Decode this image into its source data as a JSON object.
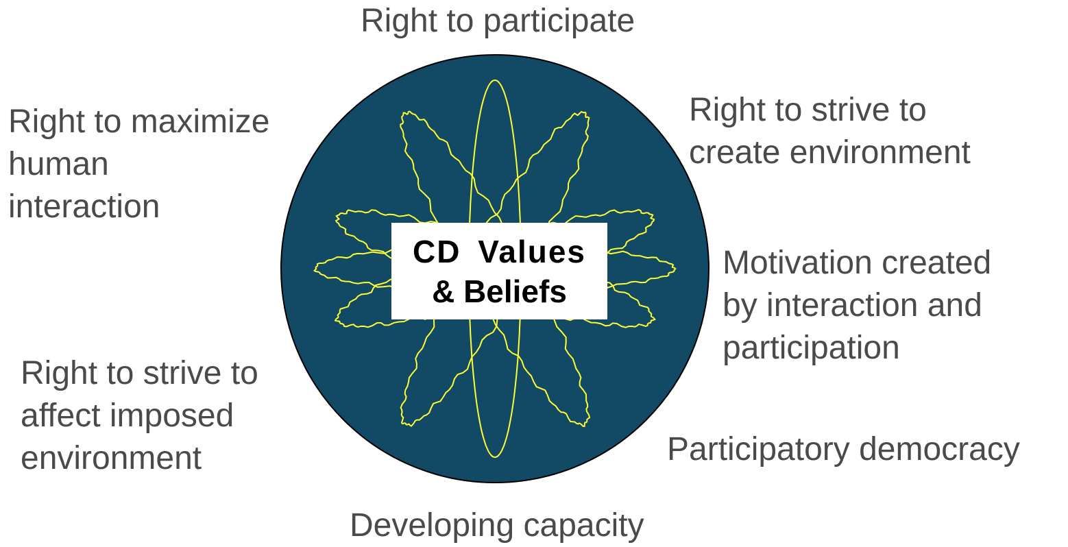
{
  "center": {
    "line1": "CD  Values",
    "line2": "& Beliefs"
  },
  "labels": {
    "top": [
      "Right to participate"
    ],
    "top_right": [
      "Right to strive to",
      "create environment"
    ],
    "right": [
      "Motivation created",
      "by interaction and",
      "participation"
    ],
    "bottom_right": [
      "Participatory democracy"
    ],
    "bottom": [
      "Developing capacity"
    ],
    "bottom_left": [
      "Right to strive to",
      "affect imposed",
      "environment"
    ],
    "top_left": [
      "Right to maximize",
      "human",
      "interaction"
    ]
  },
  "colors": {
    "circle_fill": "#124965",
    "circle_stroke": "#000000",
    "petal_stroke": "#ffff33",
    "label_text": "#4a4a4a",
    "center_box": "#ffffff"
  }
}
